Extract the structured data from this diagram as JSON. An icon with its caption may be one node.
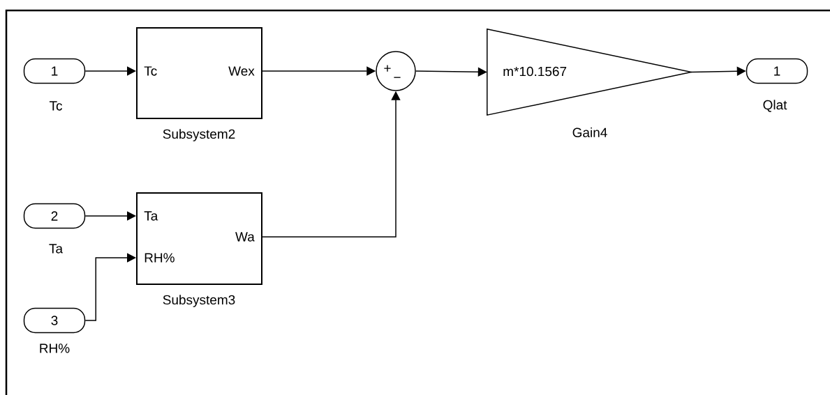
{
  "diagram": {
    "nodes": [
      {
        "text": [
          "1"
        ],
        "beside": [
          "Tc"
        ]
      },
      {
        "text": [
          "2"
        ],
        "beside": [
          "Ta"
        ]
      },
      {
        "text": [
          "3"
        ],
        "beside": [
          "RH%"
        ]
      },
      {
        "text": [
          "Tc",
          "Wex"
        ],
        "beside": [
          "Subsystem2"
        ]
      },
      {
        "text": [
          "Ta",
          "RH%",
          "Wa"
        ],
        "beside": [
          "Subsystem3"
        ]
      },
      {
        "text": [
          "+",
          "−"
        ]
      },
      {
        "text": [
          "m*10.1567"
        ],
        "beside": [
          "Gain4"
        ]
      },
      {
        "text": [
          "1"
        ],
        "beside": [
          "Qlat"
        ]
      }
    ],
    "edges": [
      {
        "from": 0,
        "to": 3,
        "arrow": "to"
      },
      {
        "from": 1,
        "to": 4,
        "arrow": "to"
      },
      {
        "from": 2,
        "to": 4,
        "arrow": "to"
      },
      {
        "from": 3,
        "to": 5,
        "arrow": "to"
      },
      {
        "from": 4,
        "to": 5,
        "arrow": "to"
      },
      {
        "from": 5,
        "to": 6,
        "arrow": "to"
      },
      {
        "from": 6,
        "to": 7,
        "arrow": "to"
      }
    ]
  }
}
